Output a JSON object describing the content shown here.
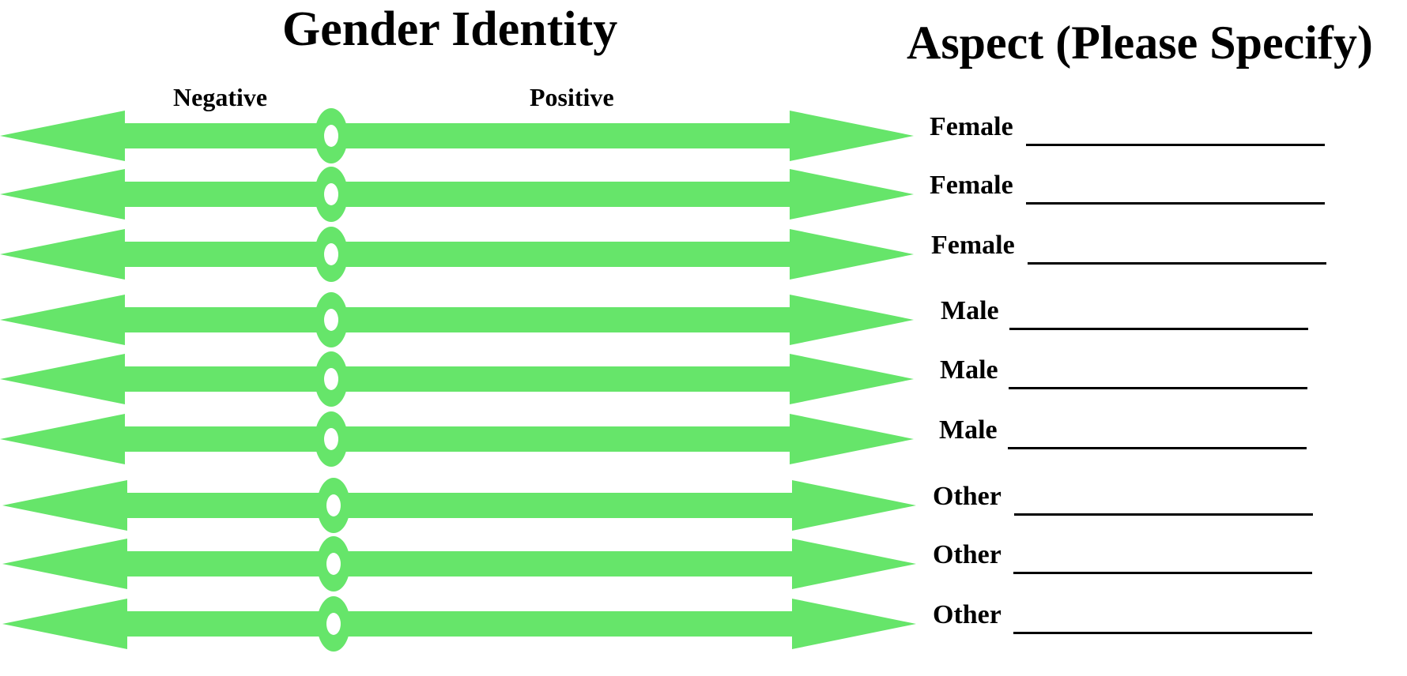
{
  "titles": {
    "scale": "Gender Identity",
    "aspect": "Aspect (Please Specify)"
  },
  "scale_labels": {
    "negative": "Negative",
    "positive": "Positive"
  },
  "colors": {
    "arrow": "#66e56a",
    "knob_hole": "#ffffff",
    "text": "#000000"
  },
  "rows": [
    {
      "label": "Female"
    },
    {
      "label": "Female"
    },
    {
      "label": "Female"
    },
    {
      "label": "Male"
    },
    {
      "label": "Male"
    },
    {
      "label": "Male"
    },
    {
      "label": "Other"
    },
    {
      "label": "Other"
    },
    {
      "label": "Other"
    }
  ]
}
